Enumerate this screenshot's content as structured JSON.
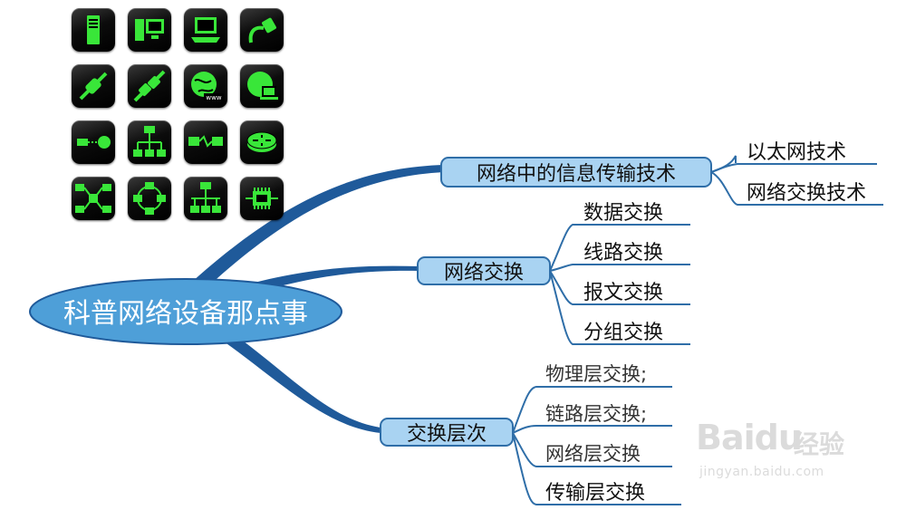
{
  "mindmap": {
    "root": "科普网络设备那点事",
    "branches": [
      {
        "label": "网络中的信息传输技术",
        "children": [
          "以太网技术",
          "网络交换技术"
        ]
      },
      {
        "label": "网络交换",
        "children": [
          "数据交换",
          "线路交换",
          "报文交换",
          "分组交换"
        ]
      },
      {
        "label": "交换层次",
        "children": [
          "物理层交换;",
          "链路层交换;",
          "网络层交换",
          "传输层交换"
        ]
      }
    ]
  },
  "colors": {
    "branch": "#1f5a9a",
    "node_fill": "#a9d3f2",
    "node_border": "#2f6ea8",
    "root_fill": "#4e9fd8",
    "root_text": "#ffffff",
    "icon": "#39e639"
  },
  "icons": [
    "server-tower-icon",
    "desktop-pc-icon",
    "laptop-icon",
    "network-cable-icon",
    "plug-connector-icon",
    "unplug-connector-icon",
    "globe-www-icon",
    "globe-laptop-icon",
    "pc-to-globe-icon",
    "network-hierarchy-icon",
    "pc-to-pc-icon",
    "router-icon",
    "star-network-icon",
    "ring-network-icon",
    "bus-network-icon",
    "network-chip-icon"
  ],
  "watermark": {
    "brand": "Baidu",
    "brand2": "经验",
    "url": "jingyan.baidu.com"
  }
}
